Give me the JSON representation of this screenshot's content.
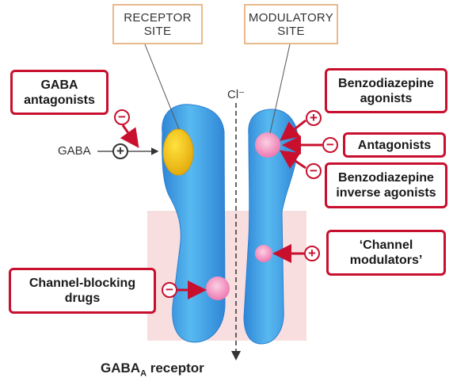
{
  "site_labels": {
    "receptor": "RECEPTOR\nSITE",
    "modulatory": "MODULATORY\nSITE"
  },
  "ion": "Cl⁻",
  "ligand": "GABA",
  "drug_labels": {
    "gaba_antagonists": "GABA\nantagonists",
    "benzo_agonists": "Benzodiazepine\nagonists",
    "antagonists": "Antagonists",
    "inverse_agonists": "Benzodiazepine\ninverse agonists",
    "channel_modulators": "‘Channel\nmodulators’",
    "channel_blocking": "Channel-blocking\ndrugs"
  },
  "effects": {
    "gaba": "+",
    "gaba_antagonists": "−",
    "benzo_agonists": "+",
    "antagonists": "−",
    "inverse_agonists": "−",
    "channel_modulators": "+",
    "channel_blocking": "−"
  },
  "caption": {
    "main": "GABA",
    "subscript": "A",
    "suffix": " receptor"
  },
  "colors": {
    "subunit": "#3aa3e3",
    "membrane": "#f8dede",
    "binding_site_gaba": "#f2c418",
    "binding_site_drug": "#f07cb3",
    "inhibitory_red": "#c8102e"
  }
}
